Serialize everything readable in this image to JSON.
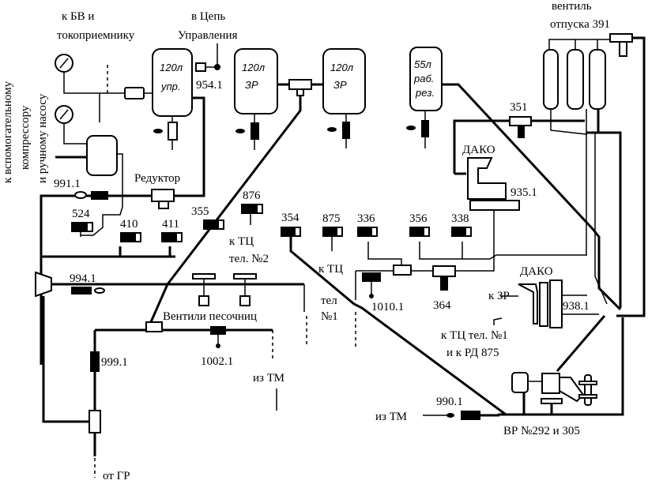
{
  "labels": {
    "to_bv": "к БВ и",
    "to_pantograph": "токоприемнику",
    "to_control_1": "в Цепь",
    "to_control_2": "Управления",
    "aux_1": "к вспомогательному",
    "aux_2": "компрессору",
    "aux_3": "и ручному насосу",
    "reducer": "Редуктор",
    "sand_valves": "Вентили песочниц",
    "from_tm_1": "из ТМ",
    "from_tm_2": "из ТМ",
    "from_gr": "от ГР",
    "to_tc_2_a": "к ТЦ",
    "to_tc_2_b": "тел. №2",
    "to_tc_1_a": "к ТЦ",
    "to_tc_1_b": "тел",
    "to_tc_1_c": "№1",
    "release_valve_1": "вентиль",
    "release_valve_2": "отпуска 391",
    "dako_1": "ДАКО",
    "dako_2": "ДАКО",
    "to_zr": "к ЗР",
    "to_tc_rd_1": "к ТЦ тел. №1",
    "to_tc_rd_2": "и к РД 875",
    "vr": "ВР №292 и 305"
  },
  "tanks": [
    {
      "l1": "120л",
      "l2": "упр."
    },
    {
      "l1": "120л",
      "l2": "ЗР"
    },
    {
      "l1": "120л",
      "l2": "ЗР"
    },
    {
      "l1": "55л",
      "l2": "раб.",
      "l3": "рез."
    }
  ],
  "devices": {
    "d954": "954.1",
    "d991": "991.1",
    "d524": "524",
    "d410": "410",
    "d411": "411",
    "d355": "355",
    "d876": "876",
    "d354": "354",
    "d875": "875",
    "d336": "336",
    "d356": "356",
    "d338": "338",
    "d351": "351",
    "d935": "935.1",
    "d994": "994.1",
    "d1010": "1010.1",
    "d364": "364",
    "d938": "938.1",
    "d999": "999.1",
    "d1002": "1002.1",
    "d990": "990.1"
  }
}
